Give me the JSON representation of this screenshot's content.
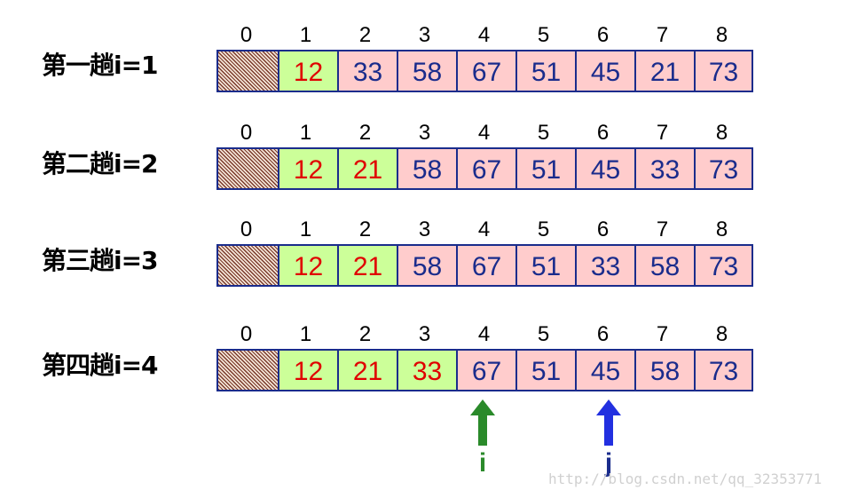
{
  "indices": [
    "0",
    "1",
    "2",
    "3",
    "4",
    "5",
    "6",
    "7",
    "8"
  ],
  "passes": [
    {
      "label": "第一趟i=1",
      "cells": [
        "",
        "12",
        "33",
        "58",
        "67",
        "51",
        "45",
        "21",
        "73"
      ],
      "sorted_count": 1
    },
    {
      "label": "第二趟i=2",
      "cells": [
        "",
        "12",
        "21",
        "58",
        "67",
        "51",
        "45",
        "33",
        "73"
      ],
      "sorted_count": 2
    },
    {
      "label": "第三趟i=3",
      "cells": [
        "",
        "12",
        "21",
        "58",
        "67",
        "51",
        "33",
        "58",
        "73"
      ],
      "sorted_count": 2
    },
    {
      "label": "第四趟i=4",
      "cells": [
        "",
        "12",
        "21",
        "33",
        "67",
        "51",
        "45",
        "58",
        "73"
      ],
      "sorted_count": 3
    }
  ],
  "pointers": [
    {
      "label": "i",
      "color": "#2a8a2a",
      "index": 4
    },
    {
      "label": "j",
      "color": "#2230e0",
      "index": 6
    }
  ],
  "colors": {
    "border": "#1a2c8c",
    "unsorted_bg": "#ffcccc",
    "unsorted_text": "#1a2c8c",
    "sorted_bg": "#ccff99",
    "sorted_text": "#e00000"
  },
  "watermark": "http://blog.csdn.net/qq_32353771"
}
